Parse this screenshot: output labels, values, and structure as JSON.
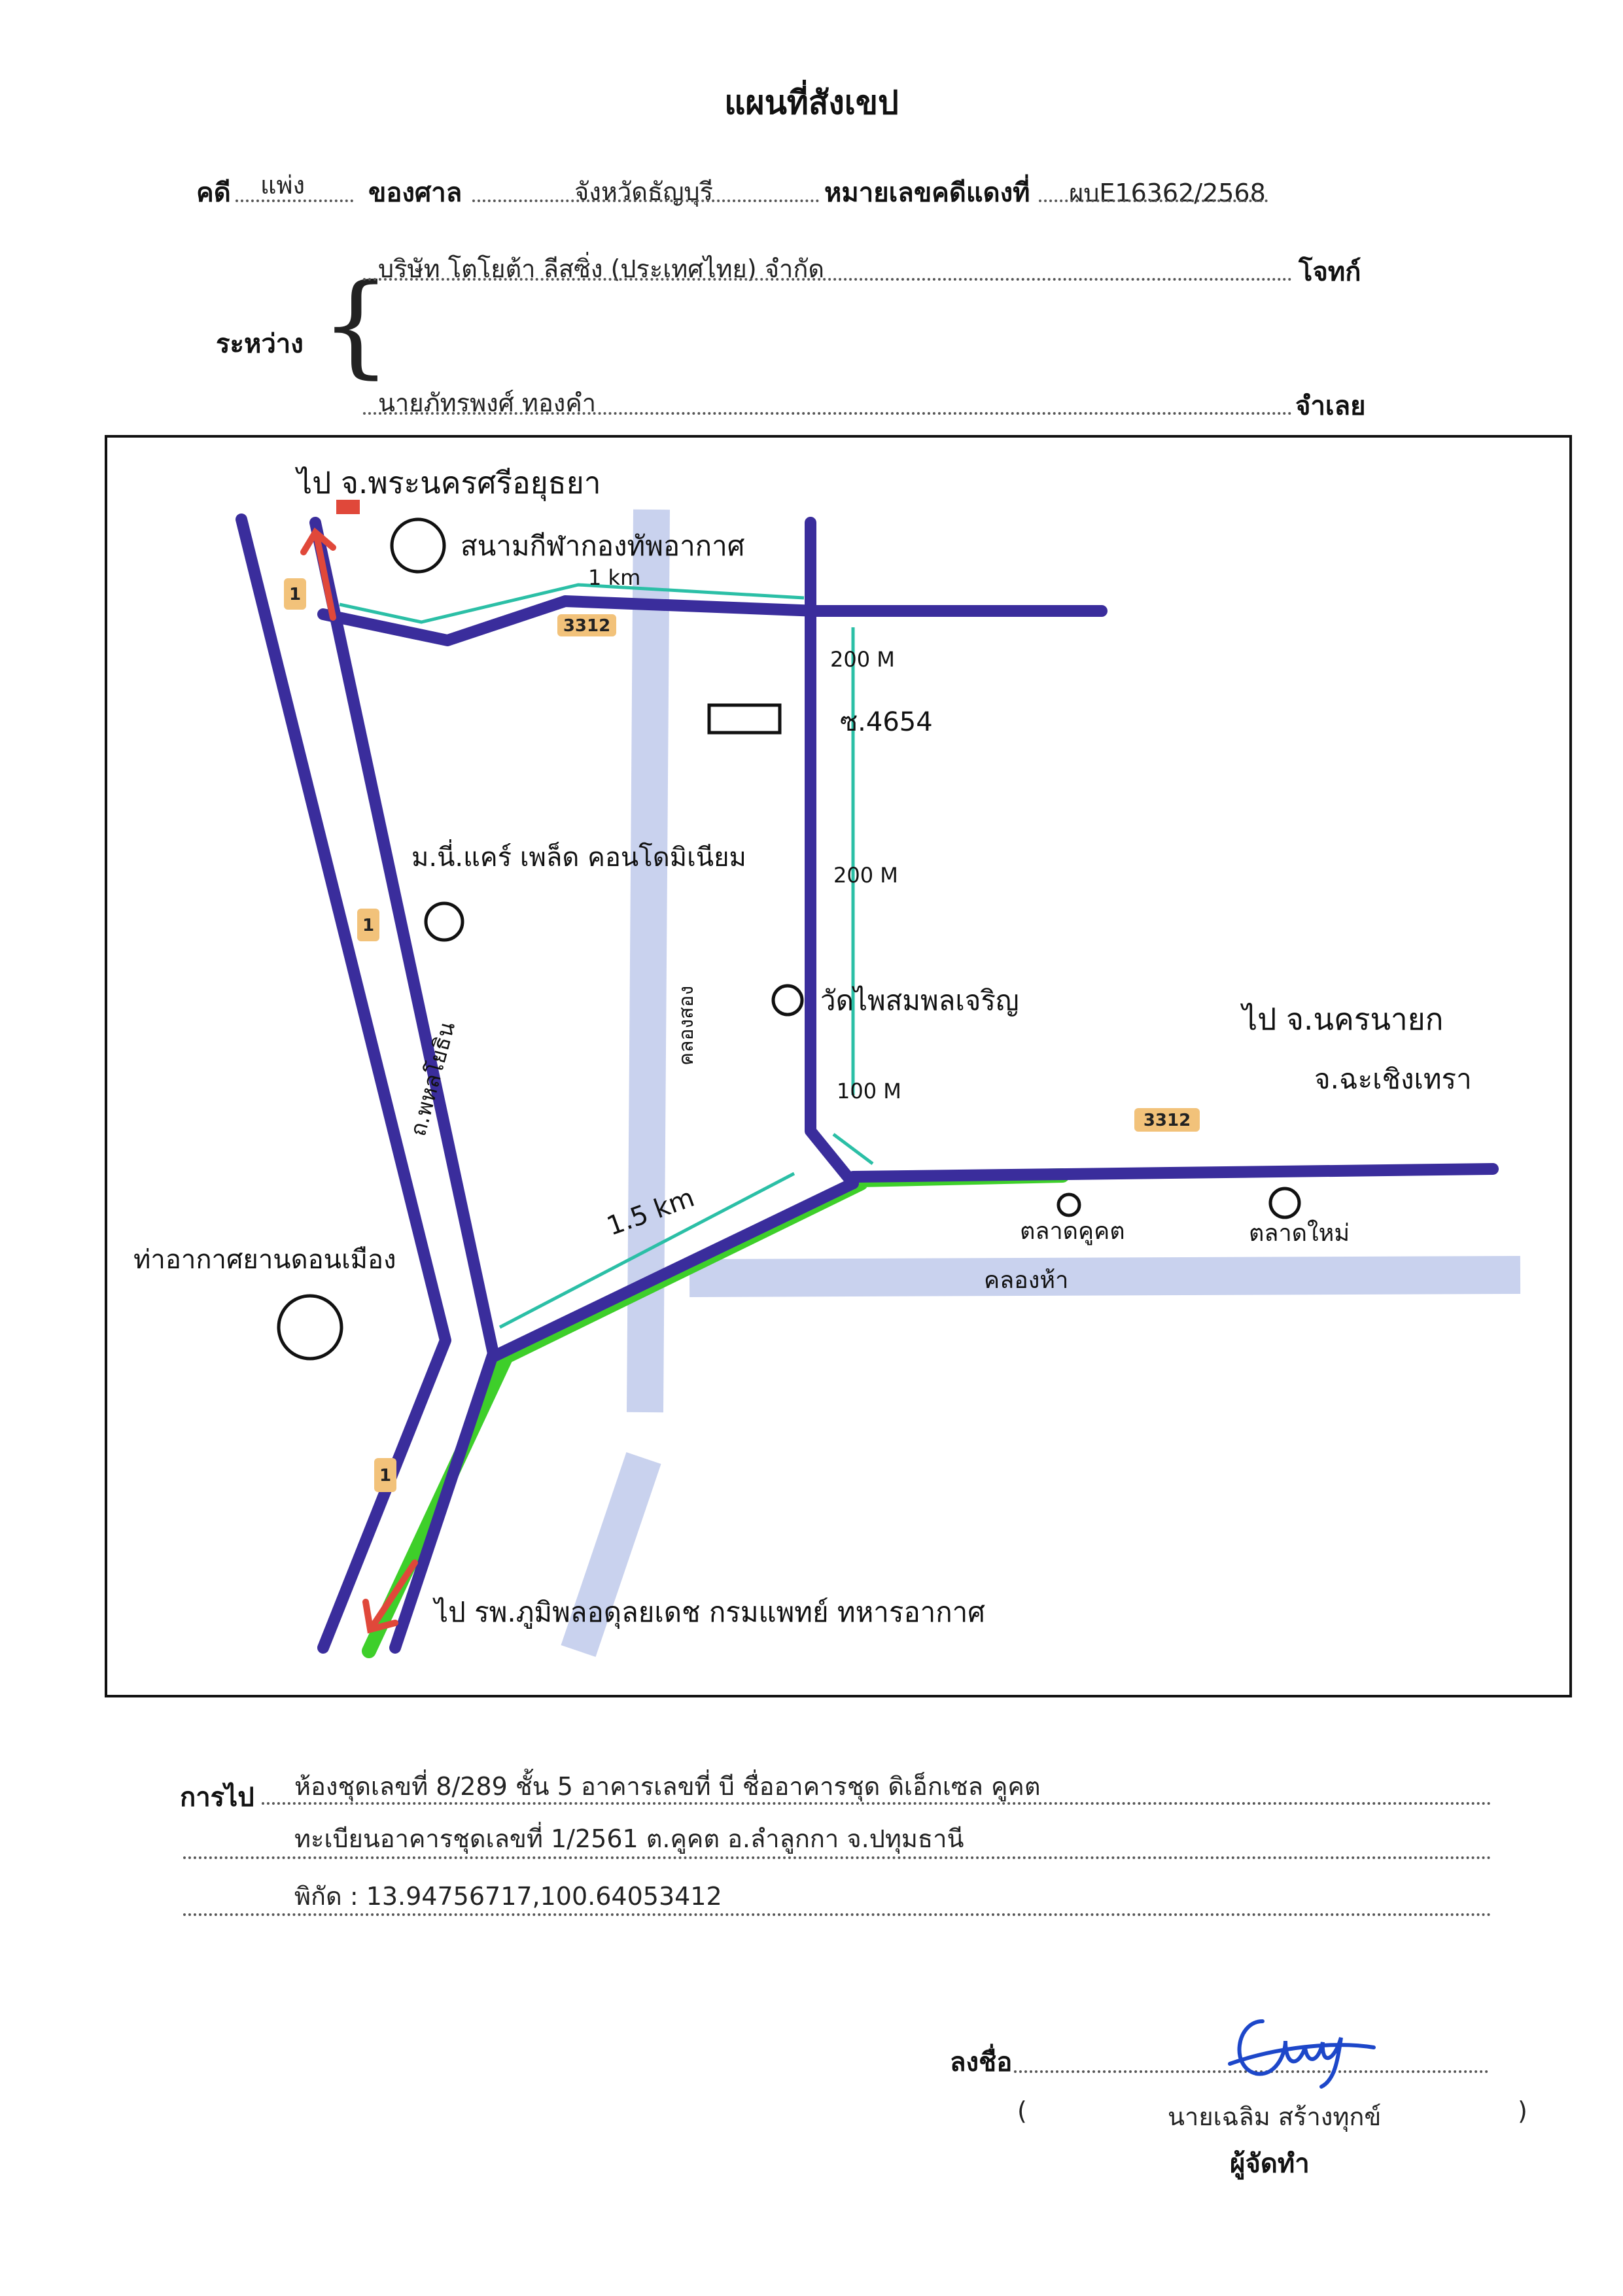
{
  "form": {
    "title": "แผนที่สังเขป",
    "case_label": "คดี",
    "case_type": "แพ่ง",
    "court_label": "ของศาล",
    "court": "จังหวัดธัญบุรี",
    "red_case_label": "หมายเลขคดีแดงที่",
    "red_case_number": "ผบE16362/2568",
    "between_label": "ระหว่าง",
    "plaintiff": "บริษัท โตโยต้า ลีสซิ่ง (ประเทศไทย) จำกัด",
    "plaintiff_role": "โจทก์",
    "defendant": "นายภัทรพงศ์ ทองคำ",
    "defendant_role": "จำเลย"
  },
  "map": {
    "labels": {
      "to_ayutthaya": "ไป จ.พระนครศรีอยุธยา",
      "airfield": "สนามกีฬากองทัพอากาศ",
      "dist_1km": "1 km",
      "route_3312_top": "3312",
      "route_3312_right": "3312",
      "dist_200m_a": "200 M",
      "soi_4654": "ซ.4654",
      "village": "ม.นี่.แคร์ เพล็ด คอนโดมิเนียม",
      "dist_200m_b": "200 M",
      "canal_song": "คลองสอง",
      "temple": "วัดไพสมพลเจริญ",
      "to_nakhon_nayok": "ไป จ.นครนายก",
      "to_chachoengsao": "จ.ฉะเชิงเทรา",
      "dist_100m": "100 M",
      "market_khukhot": "ตลาดคูคต",
      "market_new": "ตลาดใหม่",
      "dist_1_5km": "1.5 km",
      "phahonyothin": "ถ.พหลโยธิน",
      "route_1_top": "1",
      "route_1_mid": "1",
      "route_1_bottom": "1",
      "airport": "ท่าอากาศยานดอนเมือง",
      "canal_ha": "คลองห้า",
      "to_bhumibol": "ไป รพ.ภูมิพลอดุลยเดช กรมแพทย์ ทหารอากาศ"
    },
    "colors": {
      "road": "#3a2d9c",
      "route": "#3ecf2a",
      "canal": "#c9d2ee",
      "distance": "#2bbfa6",
      "arrow": "#e0483a",
      "marker": "#f2c27a"
    }
  },
  "destination": {
    "label": "การไป",
    "line1": "ห้องชุดเลขที่ 8/289 ชั้น 5 อาคารเลขที่ บี ชื่ออาคารชุด ดิเอ็กเซล คูคต",
    "line2": "ทะเบียนอาคารชุดเลขที่ 1/2561 ต.คูคต อ.ลำลูกกา จ.ปทุมธานี",
    "line3": "พิกัด : 13.94756717,100.64053412"
  },
  "signature": {
    "sign_label": "ลงชื่อ",
    "name": "นายเฉลิม สร้างทุกข์",
    "paren_open": "(",
    "paren_close": ")",
    "role": "ผู้จัดทำ"
  }
}
